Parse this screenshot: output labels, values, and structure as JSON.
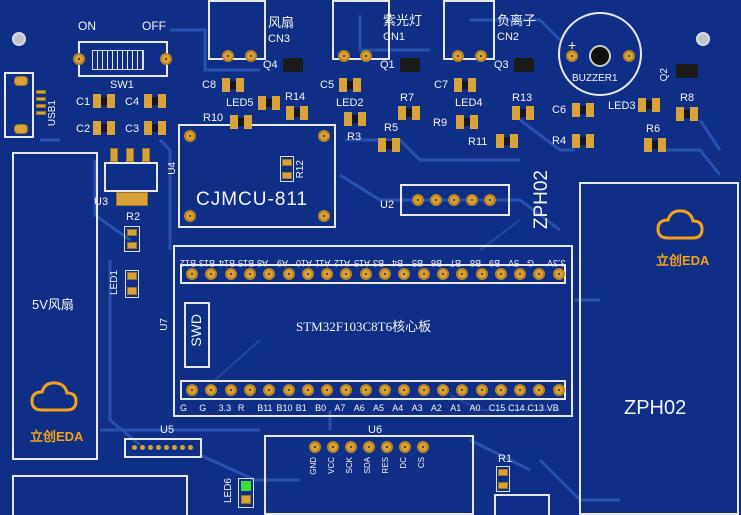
{
  "switch": {
    "on": "ON",
    "off": "OFF",
    "ref": "SW1"
  },
  "connectors": {
    "fan_label": "风扇",
    "fan_ref": "CN3",
    "uv_label": "紫光灯",
    "uv_ref": "CN1",
    "ion_label": "负离子",
    "ion_ref": "CN2"
  },
  "buzzer": {
    "ref": "BUZZER1",
    "plus": "+"
  },
  "usb": {
    "ref": "USB1"
  },
  "parts": {
    "C1": "C1",
    "C2": "C2",
    "C3": "C3",
    "C4": "C4",
    "C5": "C5",
    "C6": "C6",
    "C7": "C7",
    "C8": "C8",
    "Q1": "Q1",
    "Q2": "Q2",
    "Q3": "Q3",
    "Q4": "Q4",
    "R1": "R1",
    "R2": "R2",
    "R3": "R3",
    "R4": "R4",
    "R5": "R5",
    "R6": "R6",
    "R7": "R7",
    "R8": "R8",
    "R9": "R9",
    "R10": "R10",
    "R11": "R11",
    "R12": "R12",
    "R13": "R13",
    "R14": "R14",
    "LED1": "LED1",
    "LED2": "LED2",
    "LED3": "LED3",
    "LED4": "LED4",
    "LED5": "LED5",
    "LED6": "LED6",
    "U2": "U2",
    "U3": "U3",
    "U4": "U4",
    "U5": "U5",
    "U6": "U6",
    "U7": "U7"
  },
  "sensor": {
    "name": "CJMCU-811"
  },
  "fan5v": {
    "label": "5V风扇"
  },
  "zph": {
    "rotated": "ZPH02",
    "label": "ZPH02"
  },
  "mcu": {
    "title": "STM32F103C8T6核心板",
    "swd": "SWD",
    "top_pins": [
      "B12",
      "B13",
      "B14",
      "B15",
      "A8",
      "A9",
      "A10",
      "A11",
      "A12",
      "A15",
      "B3",
      "B4",
      "B5",
      "B6",
      "B7",
      "B8",
      "B9",
      "5V",
      "G",
      "3.3V"
    ],
    "bottom_pins": [
      "G",
      "G",
      "3.3",
      "R",
      "B11",
      "B10",
      "B1",
      "B0",
      "A7",
      "A6",
      "A5",
      "A4",
      "A3",
      "A2",
      "A1",
      "A0",
      "C15",
      "C14",
      "C13",
      "VB"
    ]
  },
  "oled": {
    "pins": [
      "GND",
      "VCC",
      "SCK",
      "SDA",
      "RES",
      "DC",
      "CS"
    ]
  },
  "logo": {
    "text": "立创EDA"
  }
}
